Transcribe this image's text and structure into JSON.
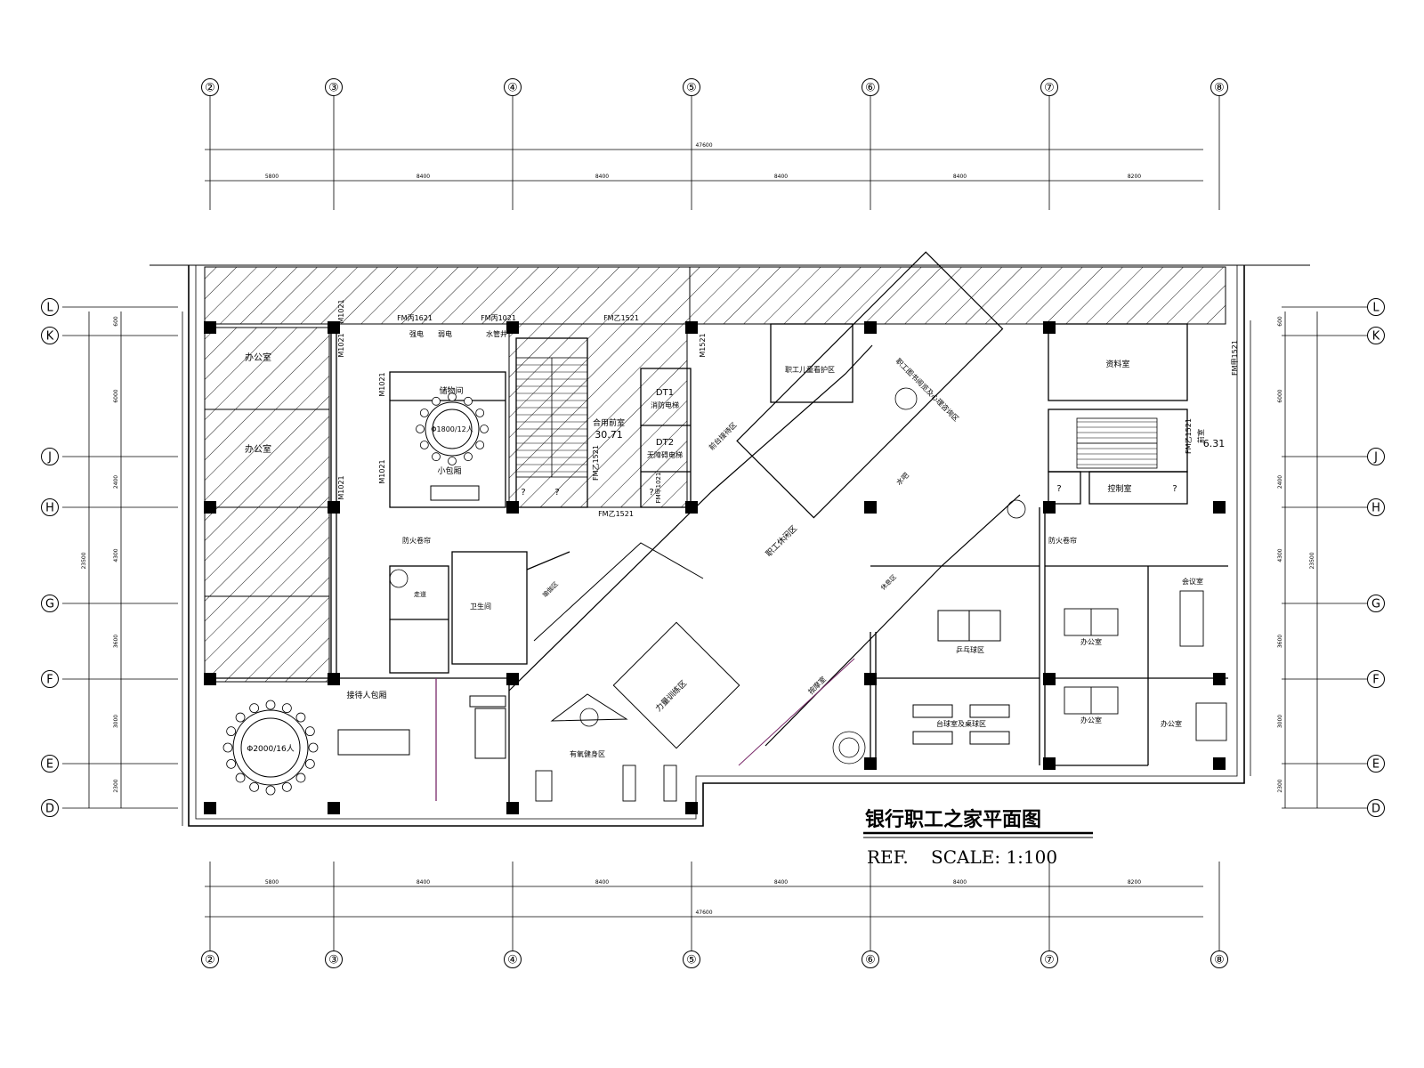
{
  "drawing": {
    "title": "银行职工之家平面图",
    "scale_prefix": "REF.",
    "scale_text": "SCALE: 1:100"
  },
  "axes_columns": [
    {
      "id": "c2",
      "label": "②"
    },
    {
      "id": "c3",
      "label": "③"
    },
    {
      "id": "c4",
      "label": "④"
    },
    {
      "id": "c5",
      "label": "⑤"
    },
    {
      "id": "c6",
      "label": "⑥"
    },
    {
      "id": "c7",
      "label": "⑦"
    },
    {
      "id": "c8",
      "label": "⑧"
    }
  ],
  "axes_rows": [
    {
      "id": "rL",
      "label": "L"
    },
    {
      "id": "rK",
      "label": "K"
    },
    {
      "id": "rJ",
      "label": "J"
    },
    {
      "id": "rH",
      "label": "H"
    },
    {
      "id": "rG",
      "label": "G"
    },
    {
      "id": "rF",
      "label": "F"
    },
    {
      "id": "rE",
      "label": "E"
    },
    {
      "id": "rD",
      "label": "D"
    }
  ],
  "dims_horizontal": {
    "total": "47600",
    "spans": [
      "5800",
      "8400",
      "8400",
      "8400",
      "8400",
      "8200"
    ]
  },
  "dims_vertical": {
    "total": "23500",
    "spans": [
      "600",
      "6000",
      "2400",
      "4300",
      "3600",
      "3000",
      "2300"
    ]
  },
  "rooms": {
    "office1": "办公室",
    "office2": "办公室",
    "small_private": "小包厢",
    "table_small": "Φ1800/12人",
    "storage": "储物间",
    "stair_front": "合用前室",
    "stair_front_area": "30.71",
    "elevator1": "DT1",
    "elevator1_sub": "消防电梯",
    "elevator2": "DT2",
    "elevator2_sub": "无障碍电梯",
    "fm1": "FM丙1621",
    "fm2": "FM丙1021",
    "fm3": "FM乙1521",
    "fm4": "FM乙1521",
    "fm5": "FM乙1521",
    "fm6": "FM甲1021",
    "fm7": "FM甲1521",
    "fm8": "FM乙1521",
    "m1": "M1021",
    "m2": "M1021",
    "m3": "M1021",
    "m4": "M1021",
    "m5": "M1021",
    "m6": "M1521",
    "wet1": "强电",
    "wet2": "弱电",
    "wet3": "水管井",
    "children": "职工儿童看护区",
    "reading": "职工图书阅览及心理咨询区",
    "archive": "资料室",
    "front_room2": "前室",
    "front_room2_area": "6.31",
    "control": "控制室",
    "reception_area": "前台接待区",
    "rest_area": "职工休闲区",
    "bar": "水吧",
    "lounge": "休息区",
    "massage_room": "按摩室",
    "fitness_power": "力量训练区",
    "fitness_aerobic": "有氧健身区",
    "vip_room": "接待人包厢",
    "table_large": "Φ2000/16人",
    "pingpong": "乒乓球区",
    "billiards": "台球室及桌球区",
    "office3": "办公室",
    "office4": "办公室",
    "office5": "办公室",
    "meeting": "会议室",
    "fire_shaft1": "防火卷帘",
    "fire_shaft2": "防火卷帘",
    "toilet": "卫生间",
    "corridor": "走道",
    "yoga": "瑜伽区",
    "q1": "?",
    "q2": "?",
    "q3": "?",
    "q4": "?",
    "q5": "?"
  }
}
